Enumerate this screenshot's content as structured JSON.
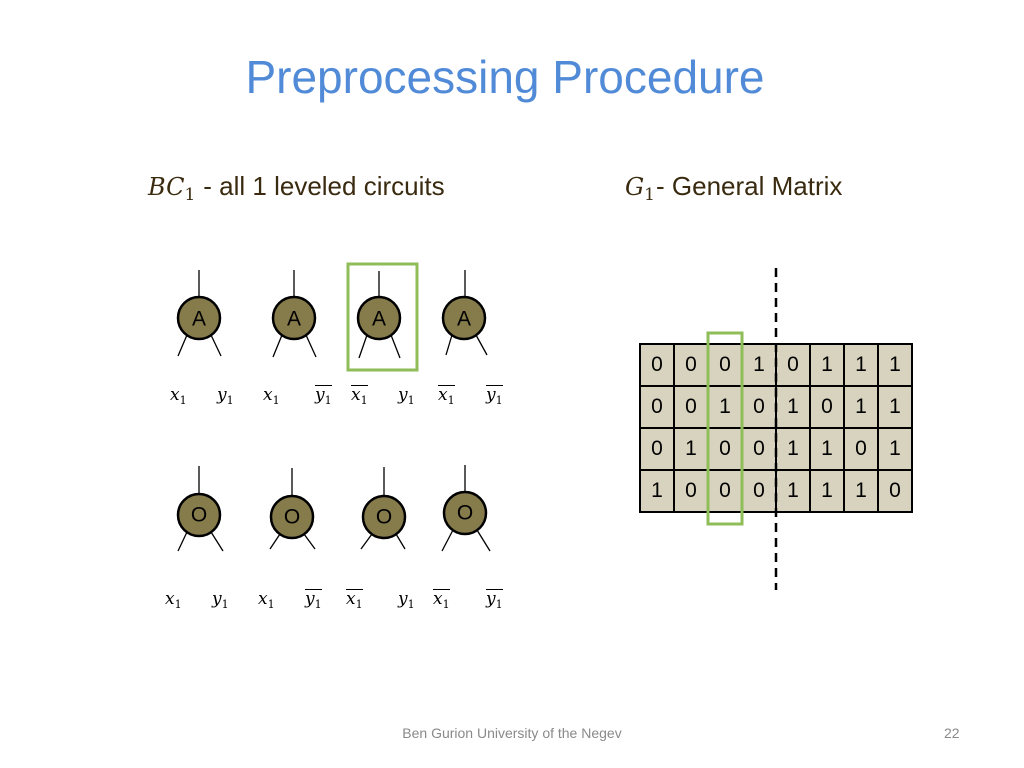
{
  "title": "Preprocessing Procedure",
  "left_heading": {
    "symbol": "BC",
    "symbol_sub": "1",
    "text": "- all 1 leveled circuits"
  },
  "right_heading": {
    "symbol": "G",
    "symbol_sub": "1",
    "text": "- General Matrix"
  },
  "circuits": {
    "and_gates": [
      {
        "label": "A",
        "inputs": [
          {
            "var": "x",
            "sub": "1",
            "negated": false
          },
          {
            "var": "y",
            "sub": "1",
            "negated": false
          }
        ]
      },
      {
        "label": "A",
        "inputs": [
          {
            "var": "x",
            "sub": "1",
            "negated": false
          },
          {
            "var": "y",
            "sub": "1",
            "negated": true
          }
        ]
      },
      {
        "label": "A",
        "highlighted": true,
        "inputs": [
          {
            "var": "x",
            "sub": "1",
            "negated": true
          },
          {
            "var": "y",
            "sub": "1",
            "negated": false
          }
        ]
      },
      {
        "label": "A",
        "inputs": [
          {
            "var": "x",
            "sub": "1",
            "negated": true
          },
          {
            "var": "y",
            "sub": "1",
            "negated": true
          }
        ]
      }
    ],
    "or_gates": [
      {
        "label": "O",
        "inputs": [
          {
            "var": "x",
            "sub": "1",
            "negated": false
          },
          {
            "var": "y",
            "sub": "1",
            "negated": false
          }
        ]
      },
      {
        "label": "O",
        "inputs": [
          {
            "var": "x",
            "sub": "1",
            "negated": false
          },
          {
            "var": "y",
            "sub": "1",
            "negated": true
          }
        ]
      },
      {
        "label": "O",
        "inputs": [
          {
            "var": "x",
            "sub": "1",
            "negated": true
          },
          {
            "var": "y",
            "sub": "1",
            "negated": false
          }
        ]
      },
      {
        "label": "O",
        "inputs": [
          {
            "var": "x",
            "sub": "1",
            "negated": true
          },
          {
            "var": "y",
            "sub": "1",
            "negated": true
          }
        ]
      }
    ]
  },
  "matrix": {
    "rows": [
      [
        0,
        0,
        0,
        1,
        0,
        1,
        1,
        1
      ],
      [
        0,
        0,
        1,
        0,
        1,
        0,
        1,
        1
      ],
      [
        0,
        1,
        0,
        0,
        1,
        1,
        0,
        1
      ],
      [
        1,
        0,
        0,
        0,
        1,
        1,
        1,
        0
      ]
    ],
    "highlighted_column": 3,
    "split_after_column": 4
  },
  "footer": {
    "text": "Ben Gurion University of the Negev",
    "page_number": "22"
  },
  "colors": {
    "title": "#518bd8",
    "heading": "#3a2a10",
    "gate_fill": "#867b4b",
    "highlight": "#8fbd58",
    "cell_bg": "#d7d3be",
    "footer": "#8a8a8a"
  }
}
